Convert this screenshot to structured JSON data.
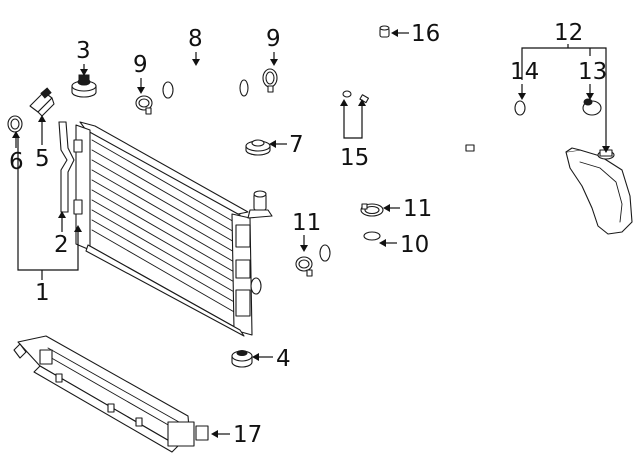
{
  "diagram": {
    "callouts": [
      {
        "id": "c1",
        "label": "1"
      },
      {
        "id": "c2",
        "label": "2"
      },
      {
        "id": "c3",
        "label": "3"
      },
      {
        "id": "c4",
        "label": "4"
      },
      {
        "id": "c5",
        "label": "5"
      },
      {
        "id": "c6",
        "label": "6"
      },
      {
        "id": "c7",
        "label": "7"
      },
      {
        "id": "c8",
        "label": "8"
      },
      {
        "id": "c9a",
        "label": "9"
      },
      {
        "id": "c9b",
        "label": "9"
      },
      {
        "id": "c10",
        "label": "10"
      },
      {
        "id": "c11a",
        "label": "11"
      },
      {
        "id": "c11b",
        "label": "11"
      },
      {
        "id": "c12",
        "label": "12"
      },
      {
        "id": "c13",
        "label": "13"
      },
      {
        "id": "c14",
        "label": "14"
      },
      {
        "id": "c15",
        "label": "15"
      },
      {
        "id": "c16",
        "label": "16"
      },
      {
        "id": "c17",
        "label": "17"
      }
    ]
  }
}
